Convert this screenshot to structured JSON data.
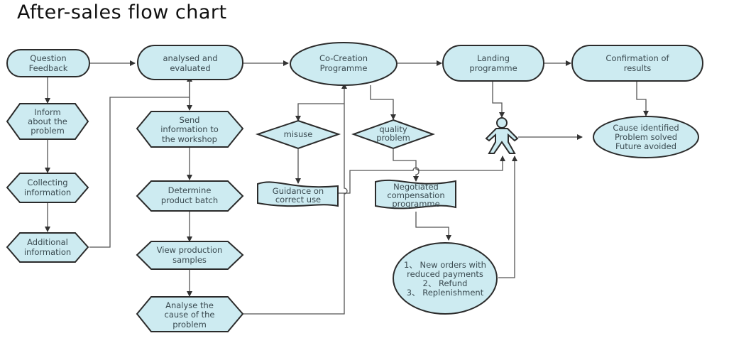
{
  "title": "After-sales flow chart",
  "colors": {
    "node_fill": "#cdebf1",
    "node_stroke": "#2b2b2b",
    "connector": "#555555",
    "text": "#3a4a50"
  },
  "nodes": {
    "question_feedback": [
      "Question",
      "Feedback"
    ],
    "analysed_evaluated": [
      "analysed and",
      "evaluated"
    ],
    "co_creation": [
      "Co-Creation",
      "Programme"
    ],
    "landing": [
      "Landing",
      "programme"
    ],
    "confirmation": [
      "Confirmation of",
      "results"
    ],
    "inform": [
      "Inform",
      "about the",
      "problem"
    ],
    "collecting": [
      "Collecting",
      "information"
    ],
    "additional": [
      "Additional",
      "information"
    ],
    "send_info": [
      "Send",
      "information to",
      "the workshop"
    ],
    "determine_batch": [
      "Determine",
      "product batch"
    ],
    "view_samples": [
      "View production",
      "samples"
    ],
    "analyse_cause": [
      "Analyse the",
      "cause of the",
      "problem"
    ],
    "misuse": [
      "misuse"
    ],
    "quality_problem": [
      "quality",
      "problem"
    ],
    "guidance": [
      "Guidance on",
      "correct use"
    ],
    "negotiated": [
      "Negotiated",
      "compensation",
      "programme"
    ],
    "options": [
      "1、 New orders with",
      "reduced payments",
      "2、 Refund",
      "3、 Replenishment"
    ],
    "outcome": [
      "Cause identified",
      "Problem solved",
      "Future avoided"
    ],
    "actor_icon": "person-icon"
  }
}
